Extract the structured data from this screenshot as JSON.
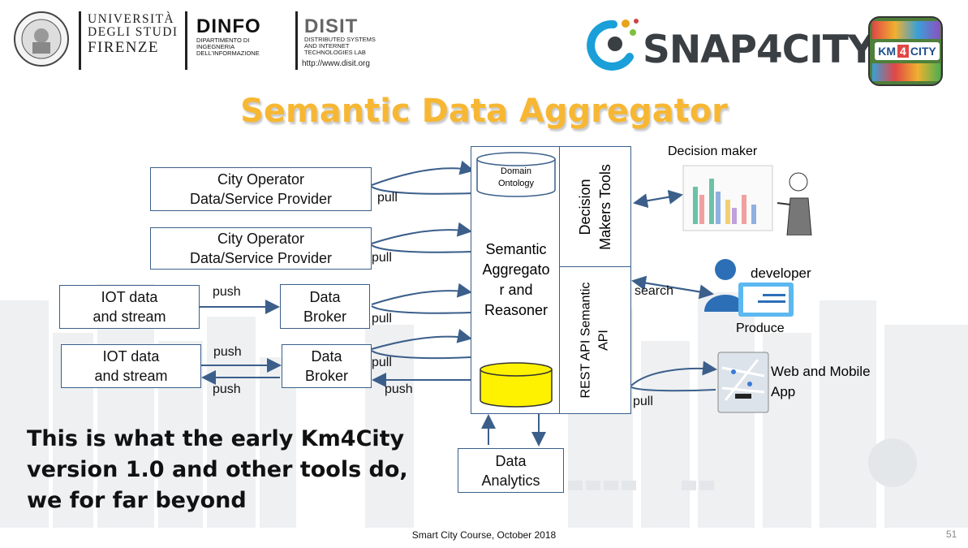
{
  "header": {
    "university": [
      "UNIVERSITÀ",
      "DEGLI STUDI",
      "FIRENZE"
    ],
    "dinfo": {
      "title": "DINFO",
      "sub": [
        "DIPARTIMENTO DI",
        "INGEGNERIA",
        "DELL'INFORMAZIONE"
      ]
    },
    "disit": {
      "title": "DISIT",
      "sub": [
        "DISTRIBUTED SYSTEMS",
        "AND INTERNET",
        "TECHNOLOGIES LAB"
      ],
      "url": "http://www.disit.org"
    },
    "snap4city": "SNAP4CITY",
    "km4city": {
      "left": "KM",
      "mid": "4",
      "right": "CITY"
    }
  },
  "title": "Semantic Data Aggregator",
  "diagram": {
    "city_operator_1": [
      "City Operator",
      "Data/Service Provider"
    ],
    "city_operator_2": [
      "City Operator",
      "Data/Service Provider"
    ],
    "iot_1": [
      "IOT data",
      "and stream"
    ],
    "iot_2": [
      "IOT data",
      "and stream"
    ],
    "broker_1": [
      "Data",
      "Broker"
    ],
    "broker_2": [
      "Data",
      "Broker"
    ],
    "domain_ontology": [
      "Domain",
      "Ontology"
    ],
    "aggregator": [
      "Semantic",
      "Aggregato",
      "r and",
      "Reasoner"
    ],
    "decision_tools": [
      "Decision",
      "Makers Tools"
    ],
    "rest_api": [
      "REST API Semantic",
      "API"
    ],
    "data_analytics": [
      "Data",
      "Analytics"
    ],
    "labels": {
      "pull_1": "pull",
      "pull_2": "pull",
      "push_1": "push",
      "pull_3": "pull",
      "push_2": "push",
      "pull_4": "pull",
      "push_3": "push",
      "push_4": "push",
      "search": "search",
      "pull_5": "pull"
    },
    "decision_maker": "Decision maker",
    "developer": "developer",
    "produce": "Produce",
    "web_mobile": [
      "Web and Mobile",
      "App"
    ]
  },
  "caption": [
    "This is what the early Km4City",
    "version 1.0 and other tools do,",
    "we for far beyond"
  ],
  "footer": "Smart City Course, October 2018",
  "page_number": "51",
  "colors": {
    "title": "#f7b733",
    "box_border": "#3b5f8a",
    "db_yellow": "#fff200",
    "arrow": "#3b5f8a"
  }
}
